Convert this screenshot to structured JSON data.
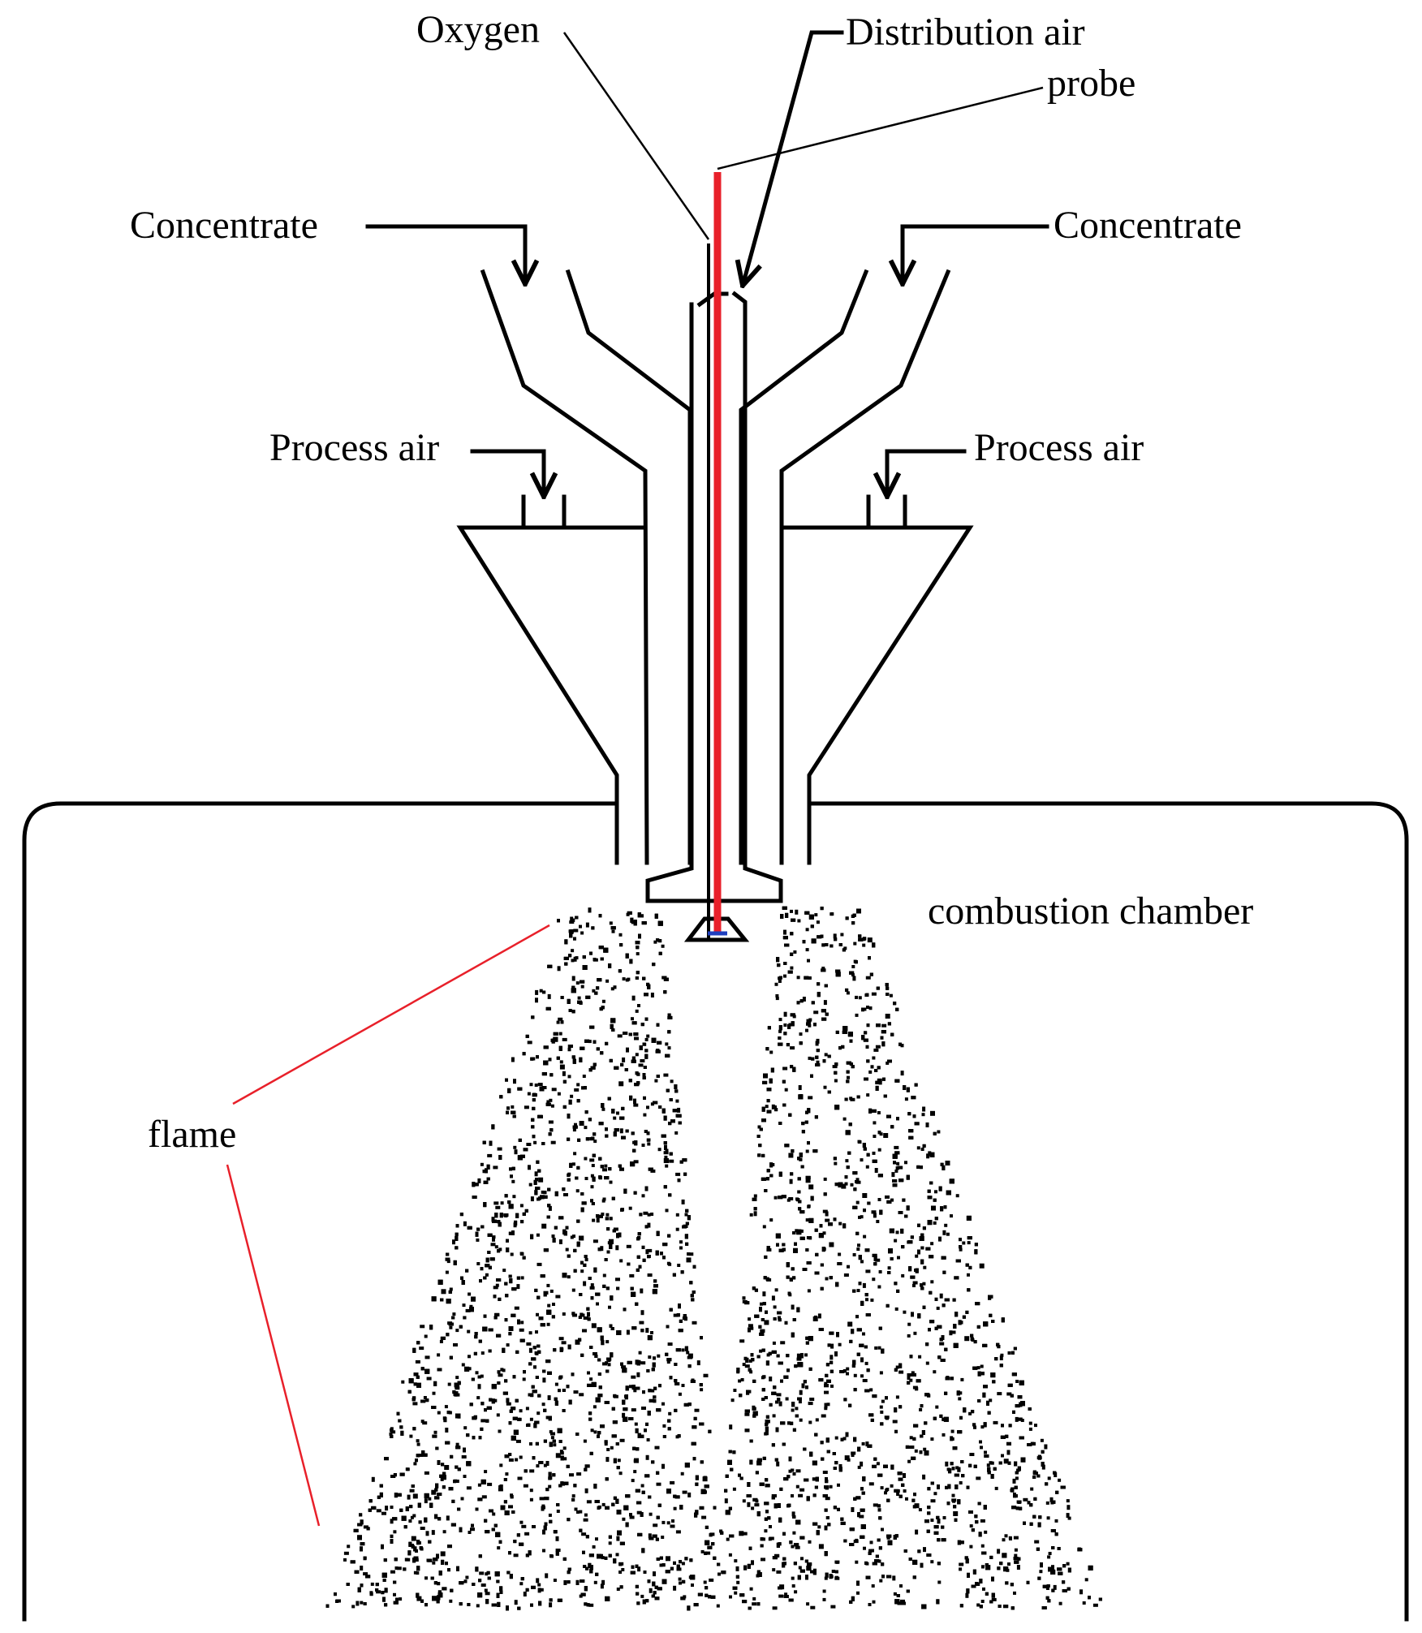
{
  "labels": {
    "oxygen": "Oxygen",
    "distribution_air": "Distribution air",
    "probe": "probe",
    "concentrate_left": "Concentrate",
    "concentrate_right": "Concentrate",
    "process_air_left": "Process air",
    "process_air_right": "Process air",
    "combustion_chamber": "combustion chamber",
    "flame": "flame"
  },
  "colors": {
    "probe": "#e8202a",
    "leader_flame": "#e8202a",
    "probe_tip": "#1f3fbf",
    "lines": "#000000"
  }
}
